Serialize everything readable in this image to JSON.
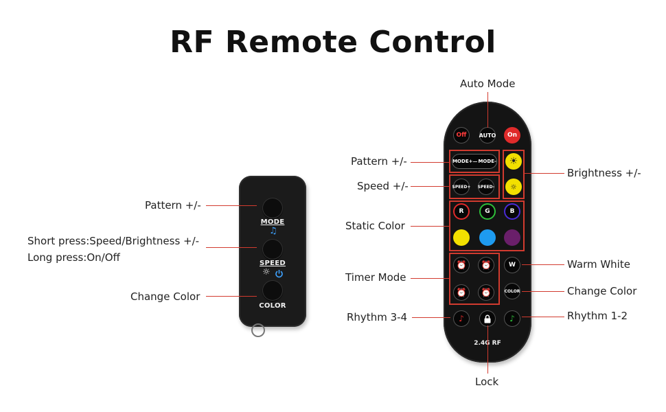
{
  "title": "RF Remote Control",
  "small_remote": {
    "labels": {
      "pattern": "Pattern +/-",
      "short_press": "Short press:Speed/Brightness  +/-",
      "long_press": "Long press:On/Off",
      "change_color": "Change Color"
    },
    "buttons": {
      "mode": "MODE",
      "speed": "SPEED",
      "color": "COLOR"
    },
    "icons": [
      "music-note-icon",
      "sun-icon",
      "power-icon"
    ]
  },
  "big_remote": {
    "labels": {
      "auto_mode": "Auto Mode",
      "pattern": "Pattern +/-",
      "speed": "Speed +/-",
      "static_color": "Static Color",
      "timer_mode": "Timer Mode",
      "rhythm_34": "Rhythm 3-4",
      "lock": "Lock",
      "brightness": "Brightness +/-",
      "warm_white": "Warm White",
      "change_color": "Change Color",
      "rhythm_12": "Rhythm 1-2"
    },
    "buttons": {
      "off": "Off",
      "auto": "AUTO",
      "on": "On",
      "mode_plus": "MODE+",
      "mode_minus": "MODE-",
      "speed_plus": "SPEED+",
      "speed_minus": "SPEED-",
      "r": "R",
      "g": "G",
      "b": "B",
      "w": "W",
      "color": "COLOR",
      "badge": "2.4G RF"
    },
    "colors": {
      "red_ring": "#e02b2b",
      "green_ring": "#2fbf3a",
      "blue_ring": "#4a2bd6",
      "yellow": "#f2e000",
      "sky": "#1e9bf0",
      "purple": "#6a1f6a",
      "highlight": "#d23b2f"
    }
  }
}
